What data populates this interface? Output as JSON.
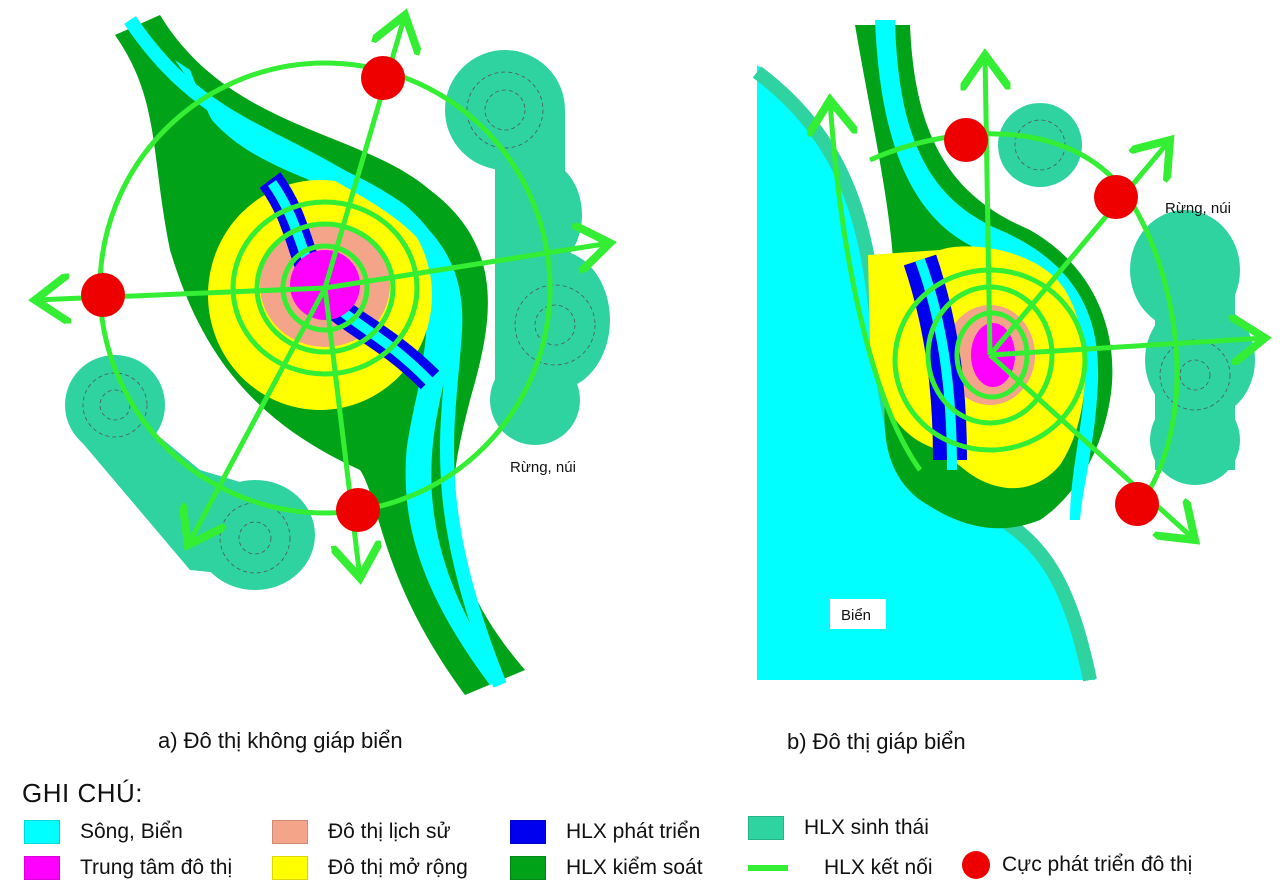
{
  "colors": {
    "river": "#00ffff",
    "center": "#ff00ff",
    "historic": "#f4a488",
    "expansion": "#ffff00",
    "dev_belt": "#0000ee",
    "control_belt": "#00a318",
    "eco_belt": "#2ed3a0",
    "connect_belt": "#33ee33",
    "pole": "#ee0000"
  },
  "diagram_a": {
    "caption": "a) Đô thị không giáp biển",
    "forest_label": "Rừng, núi"
  },
  "diagram_b": {
    "caption": "b) Đô thị giáp biển",
    "forest_label": "Rừng, núi",
    "sea_label": "Biển"
  },
  "legend": {
    "title": "GHI CHÚ:",
    "items": [
      {
        "label": "Sông, Biển",
        "color": "#00ffff",
        "kind": "box"
      },
      {
        "label": "Trung tâm đô thị",
        "color": "#ff00ff",
        "kind": "box"
      },
      {
        "label": "Đô thị lịch sử",
        "color": "#f4a488",
        "kind": "box"
      },
      {
        "label": "Đô thị mở rộng",
        "color": "#ffff00",
        "kind": "box"
      },
      {
        "label": "HLX phát triển",
        "color": "#0000ee",
        "kind": "box"
      },
      {
        "label": "HLX kiểm soát",
        "color": "#00a318",
        "kind": "box"
      },
      {
        "label": "HLX sinh thái",
        "color": "#2ed3a0",
        "kind": "box"
      },
      {
        "label": "HLX kết nối",
        "color": "#33ee33",
        "kind": "line"
      },
      {
        "label": "Cực phát triển đô thị",
        "color": "#ee0000",
        "kind": "dot"
      }
    ]
  }
}
